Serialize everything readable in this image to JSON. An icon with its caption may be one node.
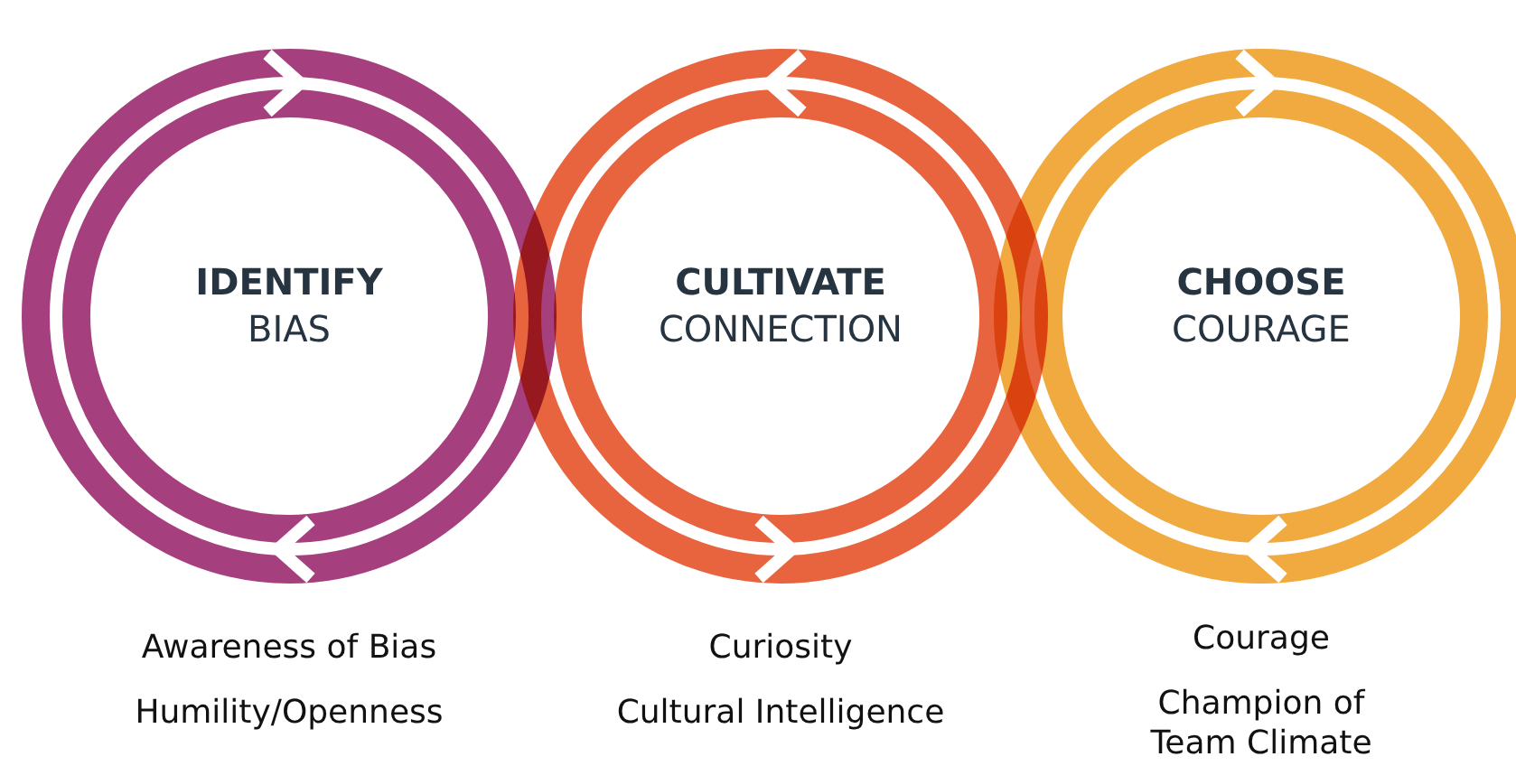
{
  "diagram": {
    "nodes": [
      {
        "text": [
          "IDENTIFY",
          "BIAS"
        ],
        "beside": [
          "Awareness of Bias",
          "Humility/Openness"
        ]
      },
      {
        "text": [
          "CULTIVATE",
          "CONNECTION"
        ],
        "beside": [
          "Curiosity",
          "Cultural Intelligence"
        ]
      },
      {
        "text": [
          "CHOOSE",
          "COURAGE"
        ],
        "beside": [
          "Courage",
          "Champion of Team Climate"
        ]
      }
    ]
  }
}
